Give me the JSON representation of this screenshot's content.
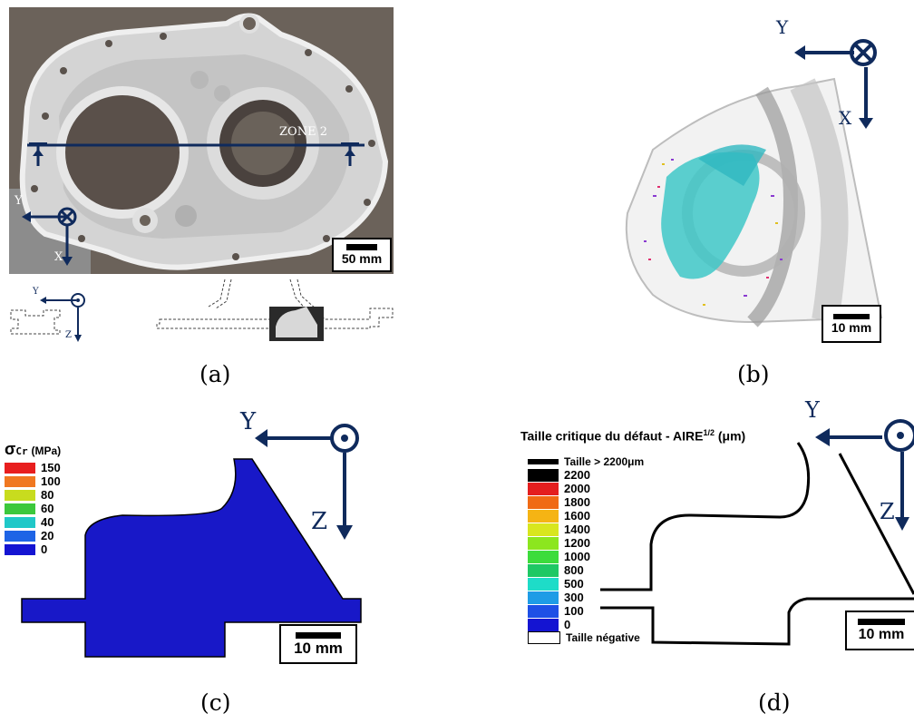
{
  "panel_a": {
    "zone_label": "ZONE 2",
    "scale": "50 mm",
    "axes_main": {
      "y": "Y",
      "x": "X"
    },
    "axes_small": {
      "y": "Y",
      "z": "Z"
    },
    "caption": "(a)"
  },
  "panel_b": {
    "axes": {
      "y": "Y",
      "x": "X"
    },
    "scale": "10 mm",
    "caption": "(b)"
  },
  "panel_c": {
    "legend_title_sym": "σ",
    "legend_title_sub": "Cr",
    "legend_title_unit": "(MPa)",
    "legend": [
      {
        "label": "150",
        "color": "#e81e1e"
      },
      {
        "label": "100",
        "color": "#f07820"
      },
      {
        "label": "80",
        "color": "#c8dc1e"
      },
      {
        "label": "60",
        "color": "#3cc83c"
      },
      {
        "label": "40",
        "color": "#20c8c8"
      },
      {
        "label": "20",
        "color": "#1e64e6"
      },
      {
        "label": "0",
        "color": "#1414d2"
      }
    ],
    "fill_color": "#1818c8",
    "axes": {
      "y": "Y",
      "z": "Z"
    },
    "scale": "10 mm",
    "caption": "(c)"
  },
  "panel_d": {
    "legend_title": "Taille critique du défaut - AIRE",
    "legend_title_sup": "1/2",
    "legend_title_unit": "(μm)",
    "top_label": "Taille > 2200μm",
    "bottom_label": "Taille négative",
    "legend": [
      {
        "label": "2200",
        "color": "#000000"
      },
      {
        "label": "2000",
        "color": "#e41e1e"
      },
      {
        "label": "1800",
        "color": "#f06a14"
      },
      {
        "label": "1600",
        "color": "#f5b414"
      },
      {
        "label": "1400",
        "color": "#d8e61e"
      },
      {
        "label": "1200",
        "color": "#8ce61e"
      },
      {
        "label": "1000",
        "color": "#3cdc3c"
      },
      {
        "label": "800",
        "color": "#1ec864"
      },
      {
        "label": "500",
        "color": "#1edcc8"
      },
      {
        "label": "300",
        "color": "#1e9ce6"
      },
      {
        "label": "100",
        "color": "#1e50e6"
      },
      {
        "label": "0",
        "color": "#1414d2"
      }
    ],
    "axes": {
      "y": "Y",
      "z": "Z"
    },
    "scale": "10 mm",
    "caption": "(d)"
  },
  "colors": {
    "navy": "#0f2a5c"
  }
}
